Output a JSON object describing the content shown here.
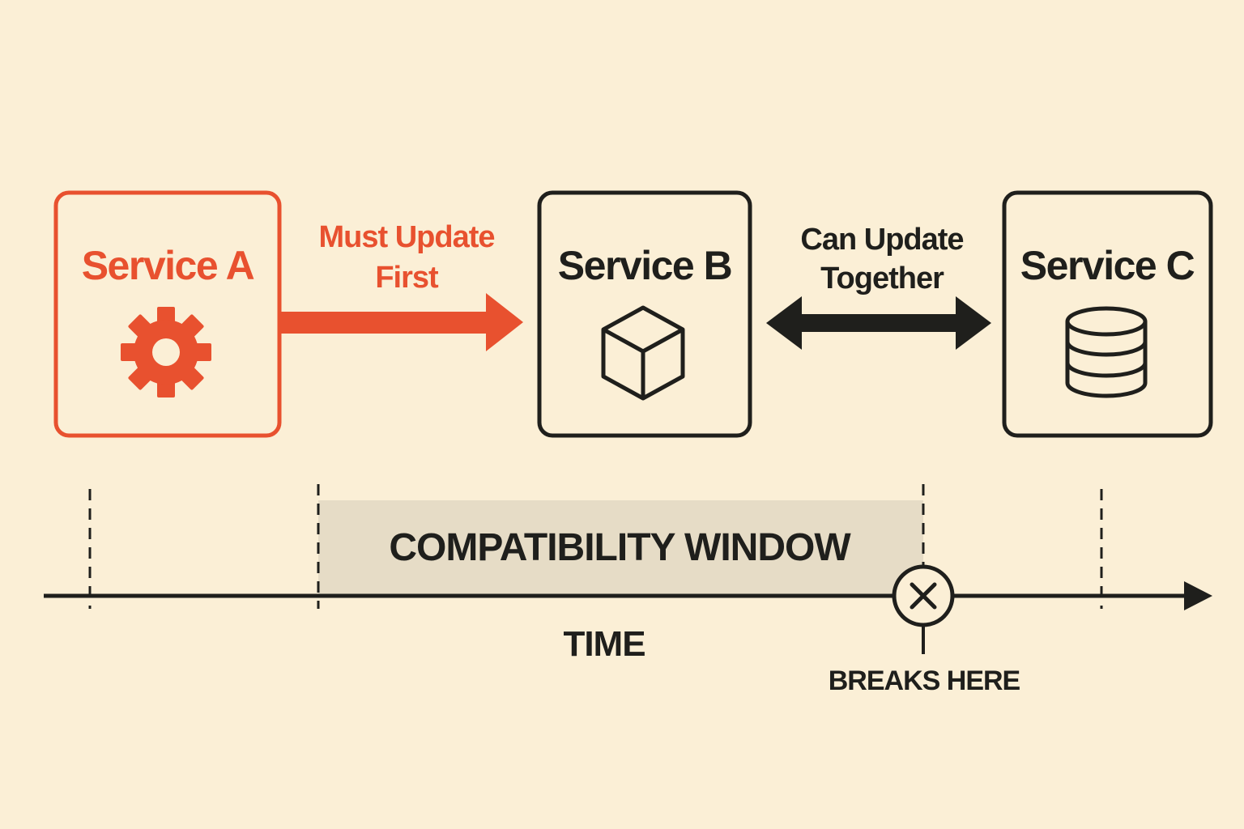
{
  "colors": {
    "background": "#fbefd6",
    "accent": "#e8512f",
    "ink": "#1f1f1c",
    "window_fill": "#e6dcc6"
  },
  "services": [
    {
      "label": "Service A",
      "icon": "gear-icon",
      "highlighted": true
    },
    {
      "label": "Service B",
      "icon": "cube-icon",
      "highlighted": false
    },
    {
      "label": "Service C",
      "icon": "database-icon",
      "highlighted": false
    }
  ],
  "connectors": {
    "a_to_b": {
      "line1": "Must Update",
      "line2": "First",
      "direction": "forward"
    },
    "b_to_c": {
      "line1": "Can Update",
      "line2": "Together",
      "direction": "bidirectional"
    }
  },
  "timeline": {
    "axis_label": "TIME",
    "window_label": "COMPATIBILITY WINDOW",
    "break_label": "BREAKS HERE",
    "break_icon": "x-circle-icon"
  }
}
